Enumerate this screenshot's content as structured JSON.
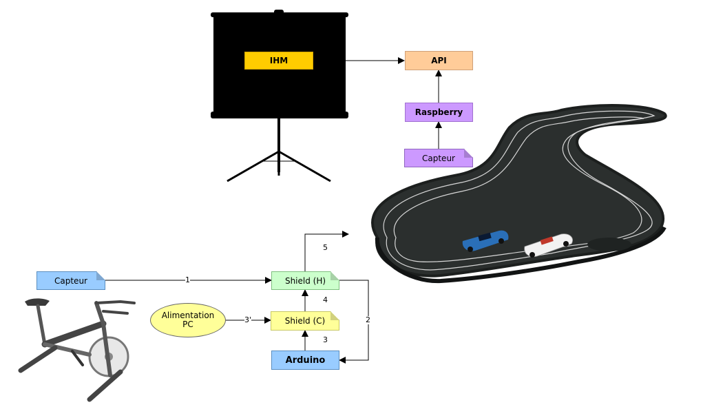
{
  "nodes": {
    "ihm": "IHM",
    "api": "API",
    "raspberry": "Raspberry",
    "capteur_top": "Capteur",
    "capteur_left": "Capteur",
    "shield_h": "Shield (H)",
    "shield_c": "Shield (C)",
    "arduino": "Arduino",
    "alimentation": "Alimentation\nPC"
  },
  "edge_labels": {
    "e1": "1",
    "e2": "2",
    "e3": "3",
    "e3p": "3'",
    "e4": "4",
    "e5": "5"
  },
  "colors": {
    "ihm": "#ffcc00",
    "api": "#ffcc99",
    "raspberry": "#cc99ff",
    "capteur_top": "#cc99ff",
    "capteur_left": "#99ccff",
    "shield_h": "#ccffcc",
    "shield_c": "#ffff99",
    "arduino": "#99ccff",
    "alimentation": "#ffff99"
  },
  "images": {
    "screen": "projector-screen-illustration",
    "track": "slot-car-track-illustration",
    "bike": "exercise-bike-illustration"
  }
}
